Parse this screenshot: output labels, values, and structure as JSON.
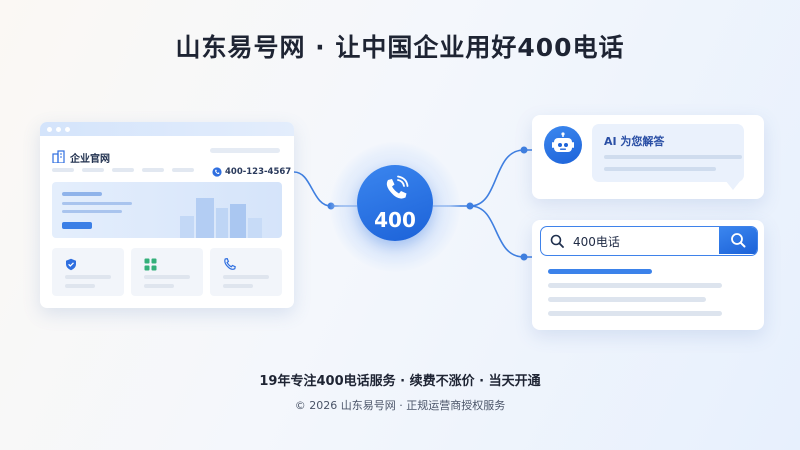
{
  "banner": {
    "title": "山东易号网 · 让中国企业用好400电话",
    "tagline": "19年专注400电话服务 · 续费不涨价 · 当天开通",
    "copyright": "© 2026 山东易号网 · 正规运营商授权服务"
  },
  "website_card": {
    "brand_label": "企业官网",
    "phone_number": "400-123-4567",
    "icons": [
      "building-icon",
      "phone-icon",
      "shield-icon",
      "grid-icon",
      "phone-icon"
    ]
  },
  "center_badge": {
    "label": "400",
    "icon": "phone-icon"
  },
  "ai_card": {
    "answer_label": "AI 为您解答",
    "icon": "robot-icon"
  },
  "search_card": {
    "query": "400电话",
    "icons": [
      "search-icon"
    ]
  },
  "colors": {
    "accent": "#1f6bdf",
    "accent_light": "#3b86ef",
    "background": "#f4f7fc"
  }
}
